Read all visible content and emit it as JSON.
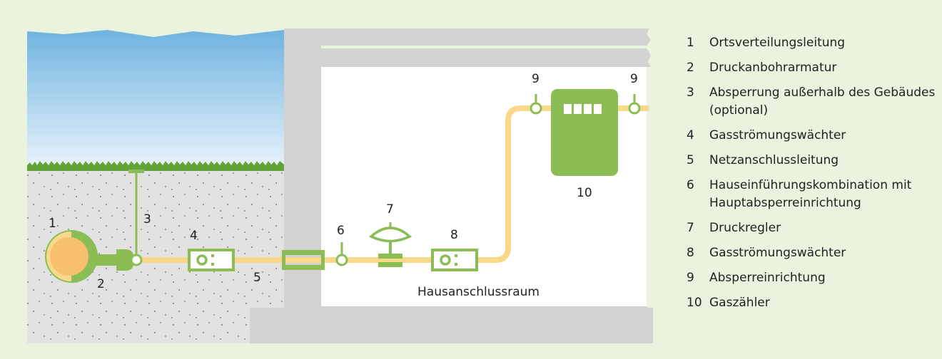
{
  "labels": {
    "n1": "1",
    "n2": "2",
    "n3": "3",
    "n4": "4",
    "n5": "5",
    "n6": "6",
    "n7": "7",
    "n8": "8",
    "n9a": "9",
    "n9b": "9",
    "n10": "10",
    "room": "Hausanschlussraum"
  },
  "legend": [
    {
      "num": "1",
      "text": "Ortsverteilungsleitung"
    },
    {
      "num": "2",
      "text": "Druckanbohrarmatur"
    },
    {
      "num": "3",
      "text": "Absperrung außerhalb des Gebäudes (optional)"
    },
    {
      "num": "4",
      "text": "Gasströmungswächter"
    },
    {
      "num": "5",
      "text": "Netzanschlussleitung"
    },
    {
      "num": "6",
      "text": "Hauseinführungskombination mit Hauptabsperreinrichtung"
    },
    {
      "num": "7",
      "text": "Druckregler"
    },
    {
      "num": "8",
      "text": "Gasströmungswächter"
    },
    {
      "num": "9",
      "text": "Absperreinrichtung"
    },
    {
      "num": "10",
      "text": "Gaszähler"
    }
  ],
  "colors": {
    "background": "#eaf3dd",
    "pipe": "#f9d88a",
    "fitting": "#8cbd55",
    "wall": "#d2d2d2",
    "soil": "#e2e2e2",
    "sky": "#6fb3e0",
    "grass": "#62a338"
  }
}
